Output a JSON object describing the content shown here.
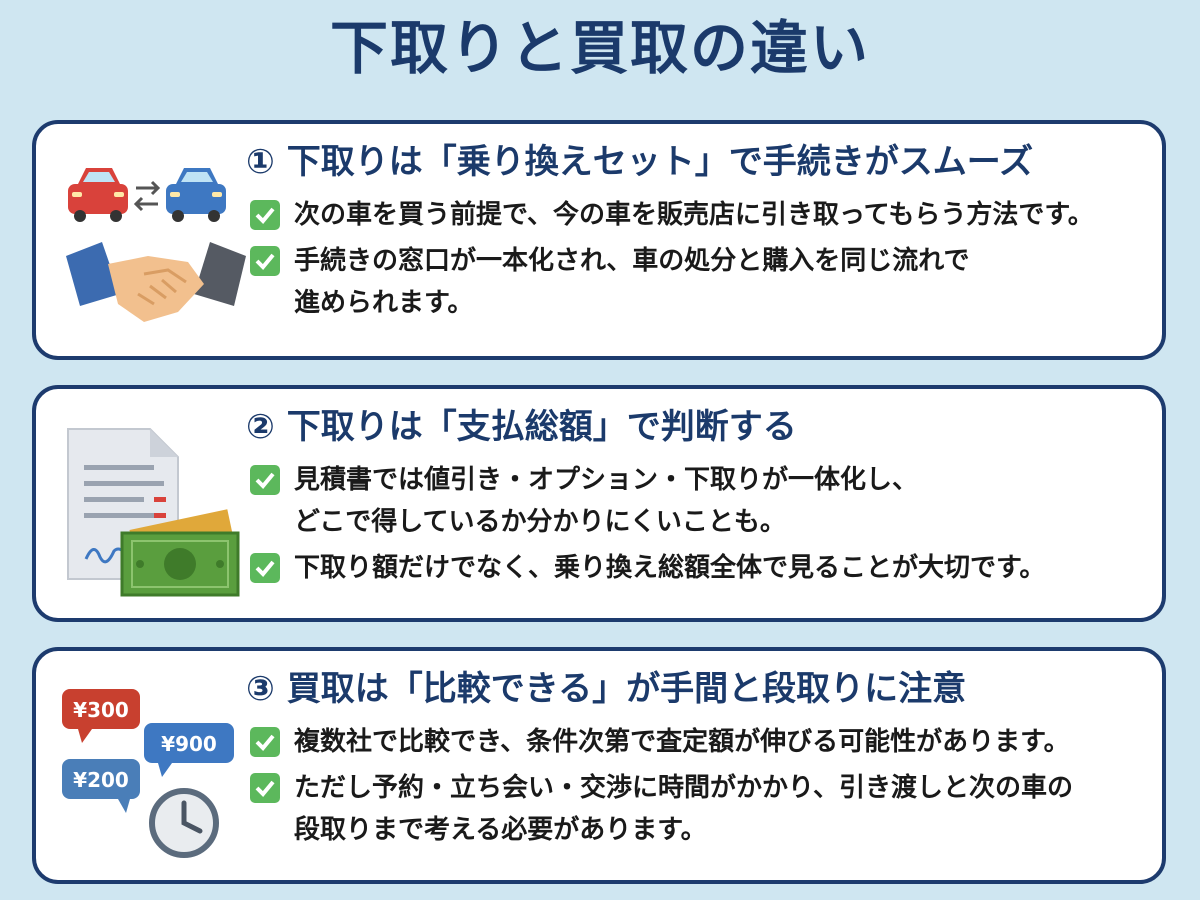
{
  "title": "下取りと買取の違い",
  "cards": [
    {
      "number": "①",
      "heading": "下取りは「乗り換えセット」で手続きがスムーズ",
      "illustration": "cars-exchange-handshake-icon",
      "items": [
        {
          "lines": [
            "次の車を買う前提で、今の車を販売店に引き取ってもらう方法です。"
          ]
        },
        {
          "lines": [
            "手続きの窓口が一本化され、車の処分と購入を同じ流れで",
            "進められます。"
          ]
        }
      ]
    },
    {
      "number": "②",
      "heading": "下取りは「支払総額」で判断する",
      "illustration": "document-and-money-icon",
      "items": [
        {
          "lines": [
            "見積書では値引き・オプション・下取りが一体化し、",
            "どこで得しているか分かりにくいことも。"
          ]
        },
        {
          "lines": [
            "下取り額だけでなく、乗り換え総額全体で見ることが大切です。"
          ]
        }
      ]
    },
    {
      "number": "③",
      "heading": "買取は「比較できる」が手間と段取りに注意",
      "illustration": "price-bubbles-clock-icon",
      "price_bubbles": [
        "¥300",
        "¥900",
        "¥200"
      ],
      "items": [
        {
          "lines": [
            "複数社で比較でき、条件次第で査定額が伸びる可能性があります。"
          ]
        },
        {
          "lines": [
            "ただし予約・立ち会い・交渉に時間がかかり、引き渡しと次の車の",
            "段取りまで考える必要があります。"
          ]
        }
      ]
    }
  ],
  "colors": {
    "background": "#cfe6f1",
    "title": "#1b3a6b",
    "card_border": "#1d3b6e",
    "check": "#5cb85c"
  }
}
